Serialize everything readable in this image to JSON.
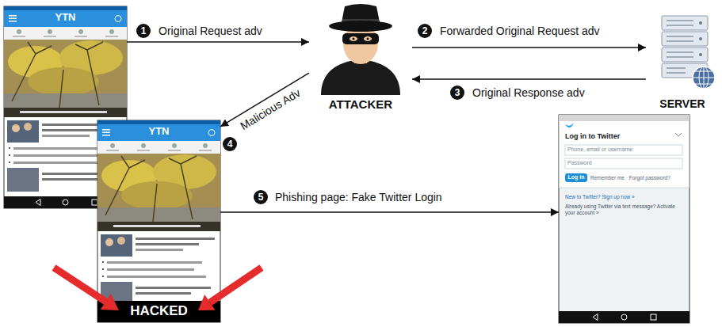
{
  "diagram": {
    "nodes": [
      {
        "text": [
          "YTN"
        ]
      },
      {
        "text": [
          "ATTACKER"
        ]
      },
      {
        "text": [
          "SERVER"
        ]
      },
      {
        "text": [
          "YTN",
          "HACKED"
        ]
      },
      {
        "text": [
          "Log in to Twitter",
          "Phone, email or username",
          "Password",
          "Log in",
          "Remember me · Forgot password?",
          "New to Twitter? Sign up now »",
          "Already using Twitter via text message? Activate your account »"
        ]
      }
    ],
    "edges": [
      {
        "from": 0,
        "to": 1,
        "arrow": "to",
        "label": "Original Request adv"
      },
      {
        "from": 1,
        "to": 2,
        "arrow": "to",
        "label": "Forwarded Original Request adv"
      },
      {
        "from": 2,
        "to": 1,
        "arrow": "to",
        "label": "Original Response adv"
      },
      {
        "from": 1,
        "to": 3,
        "arrow": "to",
        "label": "Malicious Adv"
      },
      {
        "from": 3,
        "to": 4,
        "arrow": "to",
        "label": "Phishing page: Fake Twitter Login"
      }
    ],
    "labels": [
      "1",
      "2",
      "3",
      "4",
      "5"
    ]
  }
}
